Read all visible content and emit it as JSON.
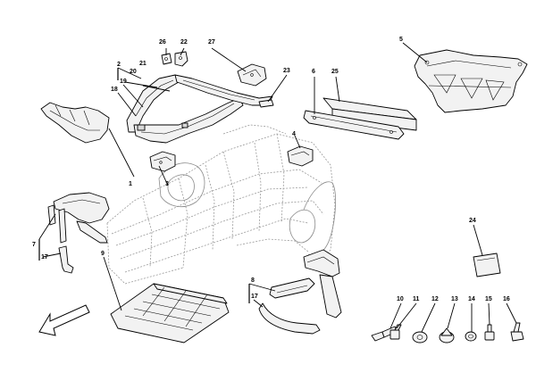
{
  "callouts": {
    "c1": "1",
    "c2": "2",
    "c3": "3",
    "c4": "4",
    "c5": "5",
    "c6": "6",
    "c7": "7",
    "c8": "8",
    "c9": "9",
    "c10": "10",
    "c11": "11",
    "c12": "12",
    "c13": "13",
    "c14": "14",
    "c15": "15",
    "c16": "16",
    "c17a": "17",
    "c17b": "17",
    "c18": "18",
    "c19": "19",
    "c20": "20",
    "c21": "21",
    "c22": "22",
    "c23": "23",
    "c24": "24",
    "c25": "25",
    "c26": "26",
    "c27": "27"
  },
  "colors": {
    "line": "#000000",
    "fill": "#f2f2f2",
    "ghost": "#9a9a9a"
  },
  "icons": {
    "direction_arrow": "front-direction-arrow-icon"
  }
}
